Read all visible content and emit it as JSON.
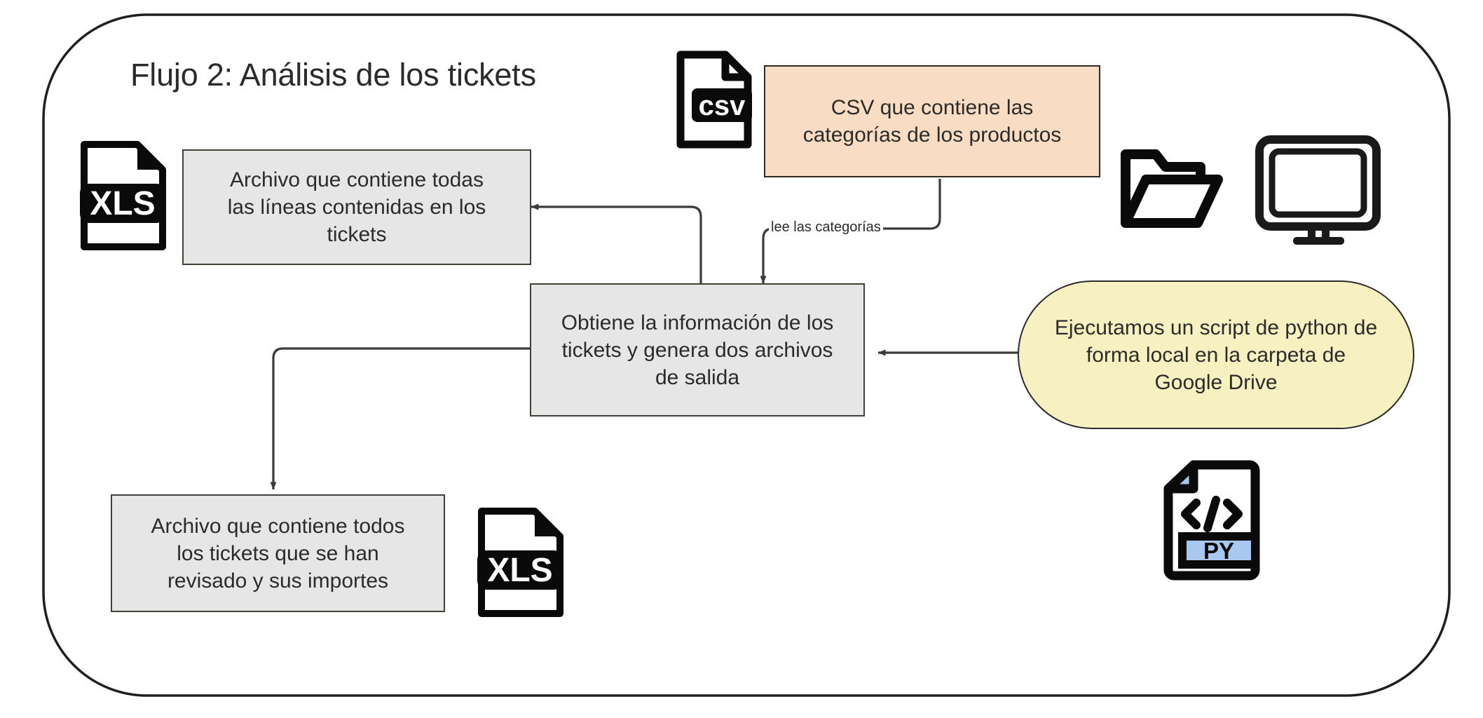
{
  "diagram": {
    "title": "Flujo 2: Análisis de los tickets",
    "frame_name": "outer-rounded-frame"
  },
  "nodes": {
    "lines_file": {
      "label": "Archivo que contiene todas\nlas líneas contenidas en los\ntickets",
      "fill": "#e6e6e6",
      "stroke": "#413f36"
    },
    "csv_categories": {
      "label": "CSV que contiene las\ncategorías de los productos",
      "fill": "#f8ddc4",
      "stroke": "#2e2a22"
    },
    "process": {
      "label": "Obtiene la información de los\ntickets y genera dos archivos\nde salida",
      "fill": "#e6e6e6",
      "stroke": "#413f36"
    },
    "script": {
      "label": "Ejecutamos un script de python de\nforma local en la carpeta de\nGoogle Drive",
      "fill": "#f7f0c0",
      "stroke": "#2b2b2b"
    },
    "tickets_file": {
      "label": "Archivo que contiene todos\nlos tickets que se han\nrevisado y sus importes",
      "fill": "#e6e6e6",
      "stroke": "#413f36"
    }
  },
  "edges": [
    {
      "name": "process-to-lines-file",
      "label": "",
      "from": "process",
      "to": "lines_file"
    },
    {
      "name": "csv-to-process",
      "label": "lee las categorías",
      "from": "csv_categories",
      "to": "process"
    },
    {
      "name": "script-to-process",
      "label": "",
      "from": "script",
      "to": "process"
    },
    {
      "name": "process-to-tickets-file",
      "label": "",
      "from": "process",
      "to": "tickets_file"
    }
  ],
  "icons": {
    "xls_top": {
      "name": "xls-file-icon",
      "label": "XLS"
    },
    "csv_top": {
      "name": "csv-file-icon",
      "label": "csv"
    },
    "folder": {
      "name": "folder-open-icon"
    },
    "monitor": {
      "name": "monitor-icon"
    },
    "py": {
      "name": "py-file-icon",
      "label": "PY",
      "accent": "#a8c8f0"
    },
    "xls_bottom": {
      "name": "xls-file-icon",
      "label": "XLS"
    }
  },
  "colors": {
    "gray_fill": "#e6e6e6",
    "orange_fill": "#f8ddc4",
    "yellow_fill": "#f7f0c0",
    "py_accent": "#a8c8f0",
    "line": "#3a3a3a",
    "text": "#2b2b2b"
  }
}
